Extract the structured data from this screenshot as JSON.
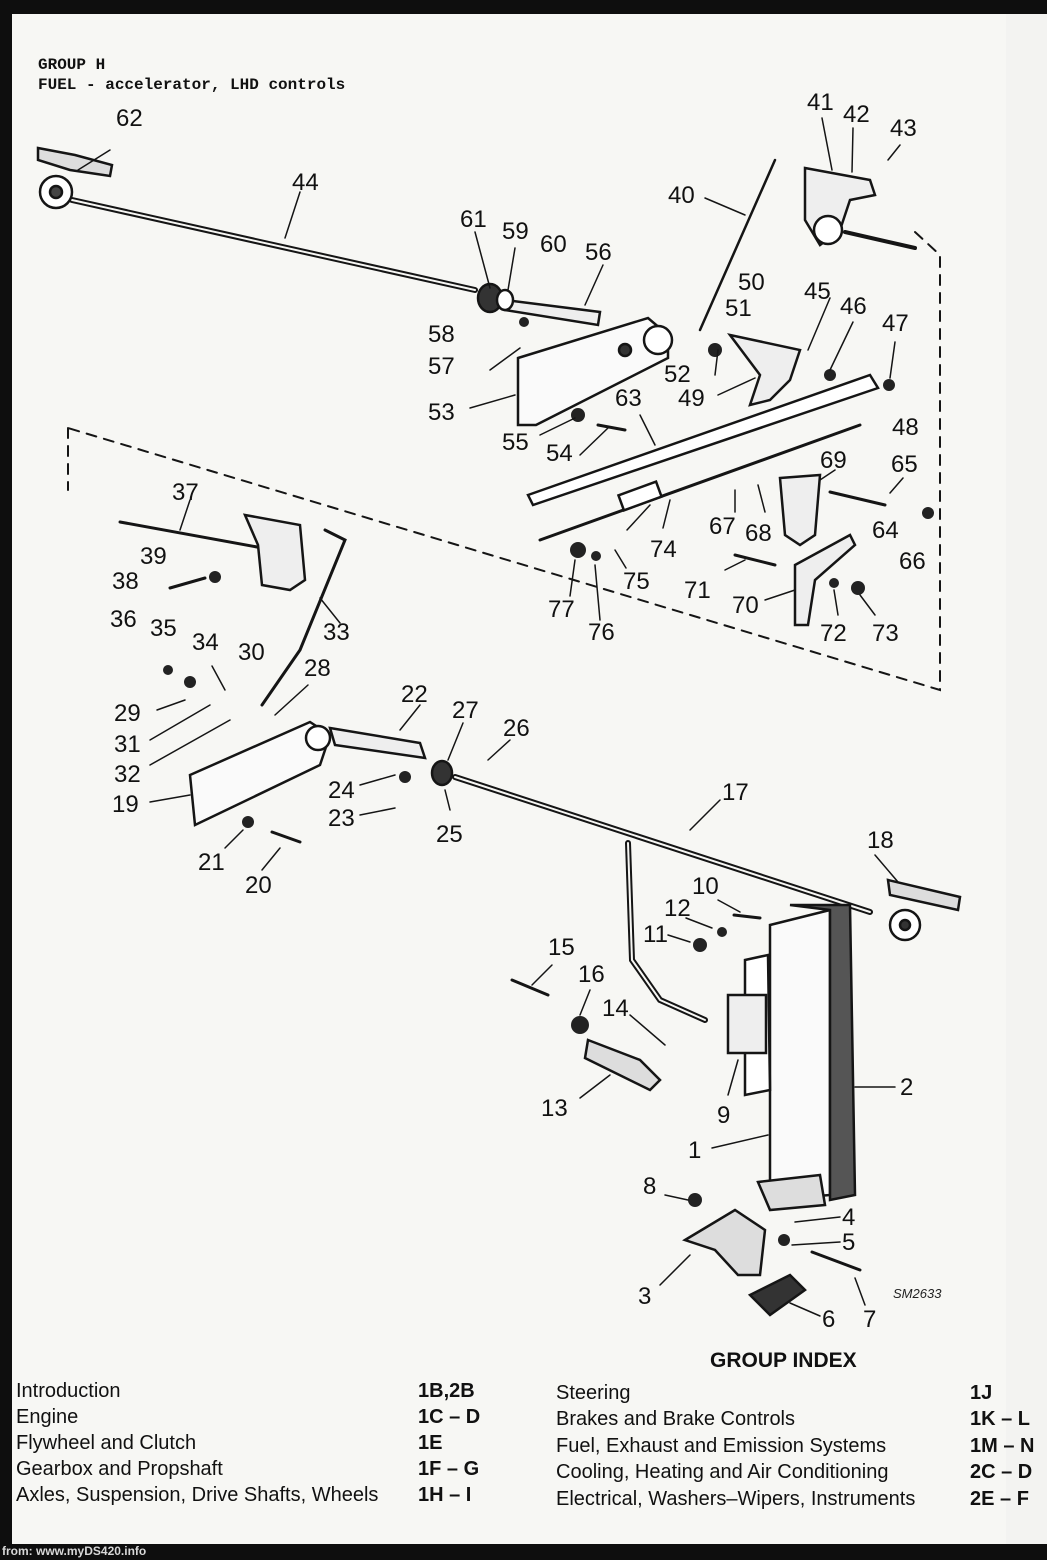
{
  "header": {
    "group_code": "GROUP H",
    "group_description": "FUEL - accelerator, LHD controls"
  },
  "diagram": {
    "drawing_ref": "SM2633",
    "callouts": [
      "1",
      "2",
      "3",
      "4",
      "5",
      "6",
      "7",
      "8",
      "9",
      "10",
      "11",
      "12",
      "13",
      "14",
      "15",
      "16",
      "17",
      "18",
      "19",
      "20",
      "21",
      "22",
      "23",
      "24",
      "25",
      "26",
      "27",
      "28",
      "29",
      "30",
      "31",
      "32",
      "33",
      "34",
      "35",
      "36",
      "37",
      "38",
      "39",
      "40",
      "41",
      "42",
      "43",
      "44",
      "45",
      "46",
      "47",
      "48",
      "49",
      "50",
      "51",
      "52",
      "53",
      "54",
      "55",
      "56",
      "57",
      "58",
      "59",
      "60",
      "61",
      "62",
      "63",
      "64",
      "65",
      "66",
      "67",
      "68",
      "69",
      "70",
      "71",
      "72",
      "73",
      "74",
      "75",
      "76",
      "77"
    ]
  },
  "group_index": {
    "title": "GROUP INDEX",
    "left": [
      {
        "label": "Introduction",
        "code": "1B,2B"
      },
      {
        "label": "Engine",
        "code": "1C – D"
      },
      {
        "label": "Flywheel and Clutch",
        "code": "1E"
      },
      {
        "label": "Gearbox and Propshaft",
        "code": "1F – G"
      },
      {
        "label": "Axles, Suspension, Drive Shafts, Wheels",
        "code": "1H – I"
      }
    ],
    "right": [
      {
        "label": "Steering",
        "code": "1J"
      },
      {
        "label": "Brakes and Brake Controls",
        "code": "1K – L"
      },
      {
        "label": "Fuel, Exhaust and Emission Systems",
        "code": "1M – N"
      },
      {
        "label": "Cooling, Heating and Air Conditioning",
        "code": "2C – D"
      },
      {
        "label": "Electrical, Washers–Wipers, Instruments",
        "code": "2E – F"
      }
    ]
  },
  "footer": {
    "source": "from: www.myDS420.info"
  }
}
